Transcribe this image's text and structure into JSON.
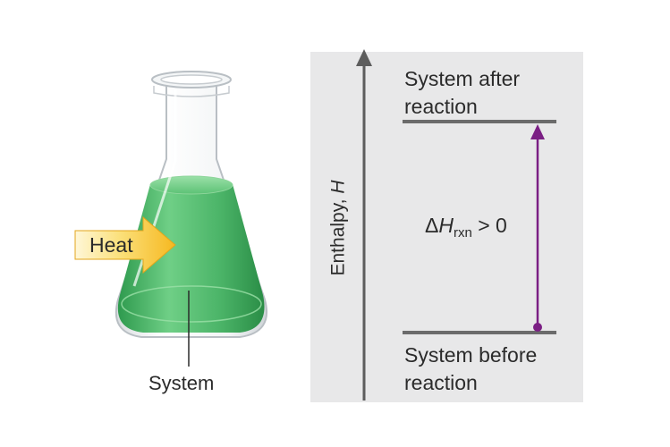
{
  "flask": {
    "heat_label": "Heat",
    "system_label": "System"
  },
  "energy_diagram": {
    "axis_label_prefix": "Enthalpy, ",
    "axis_label_symbol": "H",
    "after_label": "System after reaction",
    "before_label": "System before reaction",
    "delta_symbol": "Δ",
    "delta_var": "H",
    "delta_subscript": "rxn",
    "delta_relation": " > 0"
  },
  "colors": {
    "liquid": "#4cb86a",
    "heat_arrow": "#f8c93a",
    "reaction_arrow": "#7b1f84",
    "panel": "#e8e8e9",
    "level_line": "#6b6b6b"
  }
}
